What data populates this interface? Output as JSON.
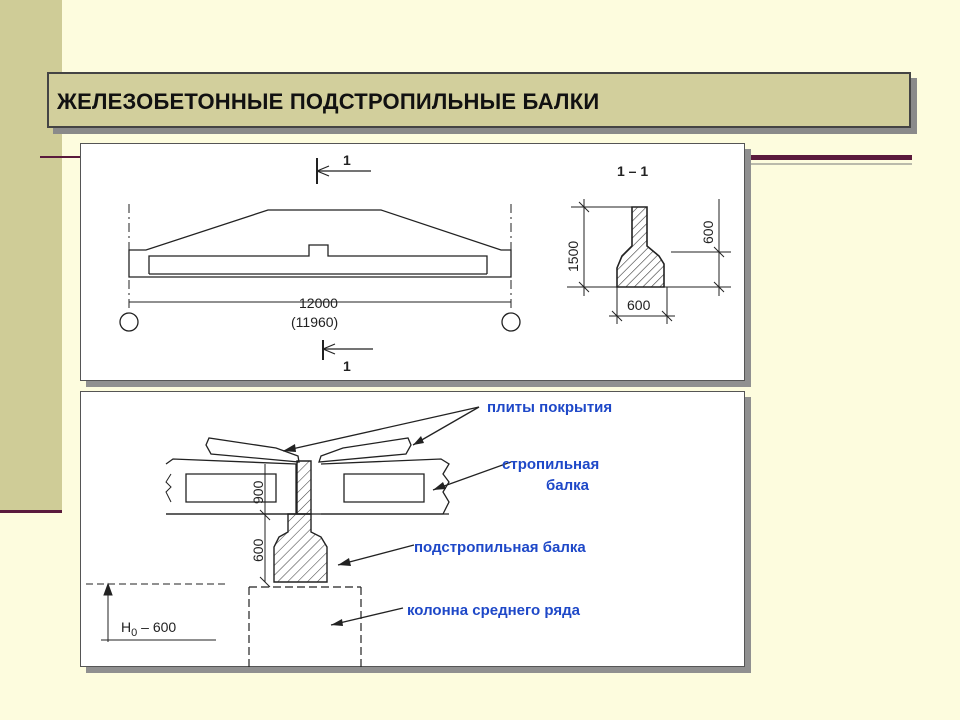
{
  "slide": {
    "title": "ЖЕЛЕЗОБЕТОННЫЕ ПОДСТРОПИЛЬНЫЕ БАЛКИ"
  },
  "elevation": {
    "section_mark": "1",
    "length_dim": "12000",
    "length_dim_alt": "(11960)"
  },
  "section": {
    "title": "1 – 1",
    "height_dim": "1500",
    "flange_dim": "600",
    "base_width_dim": "600"
  },
  "assembly": {
    "label_slabs": "плиты покрытия",
    "label_truss_line1": "стропильная",
    "label_truss_line2": "балка",
    "label_subtruss": "подстропильная балка",
    "label_column": "колонна среднего ряда",
    "dim_900": "900",
    "dim_600": "600",
    "height_label_base": "H",
    "height_label_sub": "0",
    "height_label_rest": " – 600"
  },
  "colors": {
    "background": "#fdfcde",
    "title_fill": "#d2cf9c",
    "accent_line": "#5a1a3c",
    "label_blue": "#1e48c8"
  }
}
